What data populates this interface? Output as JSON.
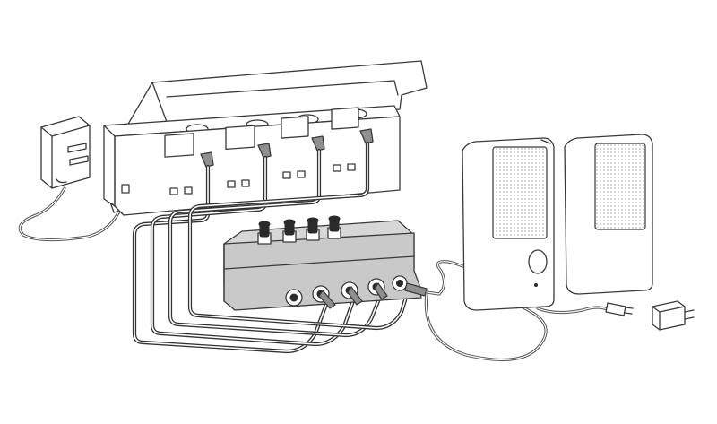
{
  "diagram": {
    "background": "#ffffff",
    "line_color": "#3a3a3a",
    "amp_body_color": "#c9c9c9",
    "knob_color": "#2a2a2a",
    "components": {
      "power_adapter": "wall-power-adapter",
      "stand": "headphone-stand-with-four-jacks",
      "amplifier": "headphone-amplifier-four-knobs",
      "speakers": "desktop-speaker-pair",
      "speaker_adapter": "speaker-power-adapter"
    },
    "amp_knob_count": 4,
    "amp_output_jack_count": 4,
    "stand_jack_count": 4
  }
}
